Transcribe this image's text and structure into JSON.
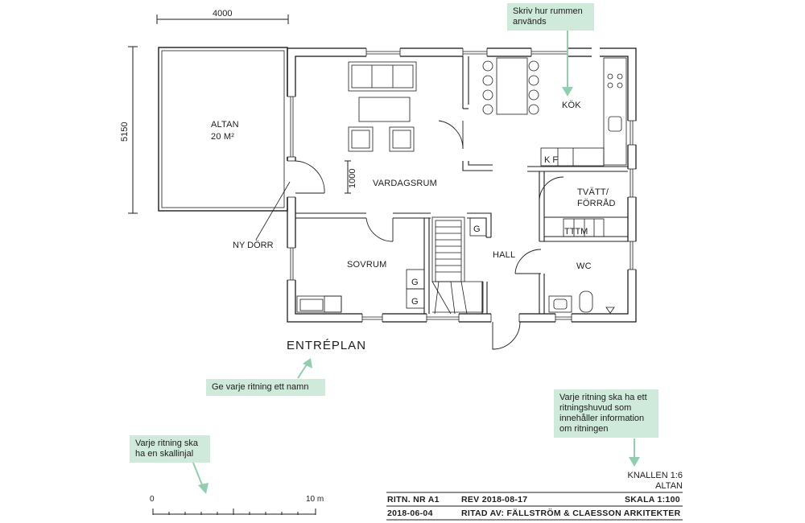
{
  "plan": {
    "title": "ENTRÉPLAN",
    "rooms": {
      "altan_name": "ALTAN",
      "altan_area": "20 M²",
      "vardagsrum": "VARDAGSRUM",
      "kok": "KÖK",
      "tvatt_line1": "TVÄTT/",
      "tvatt_line2": "FÖRRÅD",
      "hall": "HALL",
      "wc": "WC",
      "sovrum": "SOVRUM"
    },
    "annotations": {
      "ny_dorr": "NY DÖRR",
      "kitchen_letters": "K F",
      "laundry_letters": "TTTM",
      "g1": "G",
      "g2": "G",
      "g3": "G"
    },
    "dimensions": {
      "width": "4000",
      "height": "5150",
      "door": "1000"
    }
  },
  "callouts": {
    "rooms_use": "Skriv hur rummen används",
    "name": "Ge varje ritning ett namn",
    "scale": "Varje ritning ska ha en skallinjal",
    "title_block": "Varje ritning ska ha ett ritningshuvud som innehåller information om ritningen"
  },
  "scalebar": {
    "start": "0",
    "end": "10 m"
  },
  "title_block": {
    "knallen": "KNALLEN 1:6",
    "altan": "ALTAN",
    "ritn": "RITN. NR A1",
    "rev": "REV 2018-08-17",
    "skala": "SKALA 1:100",
    "date": "2018-06-04",
    "ritad": "RITAD AV: FÄLLSTRÖM & CLAESSON ARKITEKTER"
  },
  "colors": {
    "callout_bg": "#cfe9db",
    "arrow": "#8fcfad",
    "ink": "#1d1d1d"
  }
}
